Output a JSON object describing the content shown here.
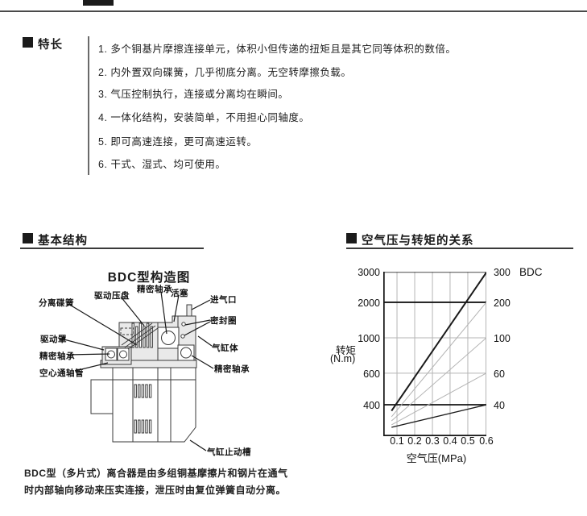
{
  "features": {
    "header": "特长",
    "items": [
      "1. 多个铜基片摩擦连接单元，体积小但传递的扭矩且是其它同等体积的数倍。",
      "2. 内外置双向碟簧，几乎彻底分离。无空转摩擦负载。",
      "3. 气压控制执行，连接或分离均在瞬间。",
      "4. 一体化结构，安装简单，不用担心同轴度。",
      "5. 即可高速连接，更可高速运转。",
      "6. 干式、湿式、均可使用。"
    ]
  },
  "structure": {
    "header": "基本结构",
    "diagram_title": "BDC型构造图",
    "labels": {
      "separation_spring": "分离碟簧",
      "drive_plate": "驱动压盘",
      "bearing_top": "精密轴承",
      "piston": "活塞",
      "air_inlet": "进气口",
      "seal_ring": "密封圈",
      "cylinder_body": "气缸体",
      "drive_cover": "驱动罩",
      "bearing_left": "精密轴承",
      "hollow_shaft": "空心通轴管",
      "bearing_right": "精密轴承",
      "stop_groove": "气缸止动槽"
    },
    "caption": [
      "BDC型（多片式）离合器是由多组铜基摩擦片和钢片在通气",
      "时内部轴向移动来压实连接，泄压时由复位弹簧自动分离。"
    ]
  },
  "torque_section": {
    "header": "空气压与转矩的关系"
  },
  "chart_data": {
    "type": "line",
    "title": "BDC",
    "xlabel": "空气压(MPa)",
    "ylabel_line1": "转矩",
    "ylabel_line2": "(N.m)",
    "x_ticks": [
      "0.1",
      "0.2",
      "0.3",
      "0.4",
      "0.5",
      "0.6"
    ],
    "y_ticks": [
      "3000",
      "2000",
      "1000",
      "600",
      "400"
    ],
    "right_labels": [
      "300",
      "200",
      "100",
      "60",
      "40"
    ],
    "x_range_mpa": [
      0.05,
      0.6
    ],
    "grid": true,
    "legend_position": "right-edge-of-lines",
    "series": [
      {
        "name": "300",
        "torque_at_0.05MPa": 380,
        "torque_at_0.6MPa": 3000,
        "color": "#1a1a1a",
        "width": 2
      },
      {
        "name": "200",
        "torque_at_0.05MPa": 350,
        "torque_at_0.6MPa": 2000,
        "color": "#b3b3b3",
        "width": 1
      },
      {
        "name": "100",
        "torque_at_0.05MPa": 330,
        "torque_at_0.6MPa": 1000,
        "color": "#b3b3b3",
        "width": 1
      },
      {
        "name": "60",
        "torque_at_0.05MPa": 310,
        "torque_at_0.6MPa": 600,
        "color": "#b3b3b3",
        "width": 1
      },
      {
        "name": "40",
        "torque_at_0.05MPa": 290,
        "torque_at_0.6MPa": 400,
        "color": "#1a1a1a",
        "width": 1.3
      }
    ],
    "layout": {
      "y_grid_fractions": [
        0,
        0.186,
        0.402,
        0.617,
        0.809
      ],
      "bold_y_gridlines": [
        1,
        4
      ],
      "x_grid_fractions": [
        0.133,
        0.305,
        0.477,
        0.648,
        0.82,
        1.0
      ],
      "series_start": {
        "x": 0.08,
        "y": [
          0.846,
          0.882,
          0.907,
          0.931,
          0.946
        ]
      },
      "series_end": {
        "x": 1.0,
        "y": [
          0,
          0.186,
          0.402,
          0.617,
          0.809
        ]
      }
    }
  }
}
